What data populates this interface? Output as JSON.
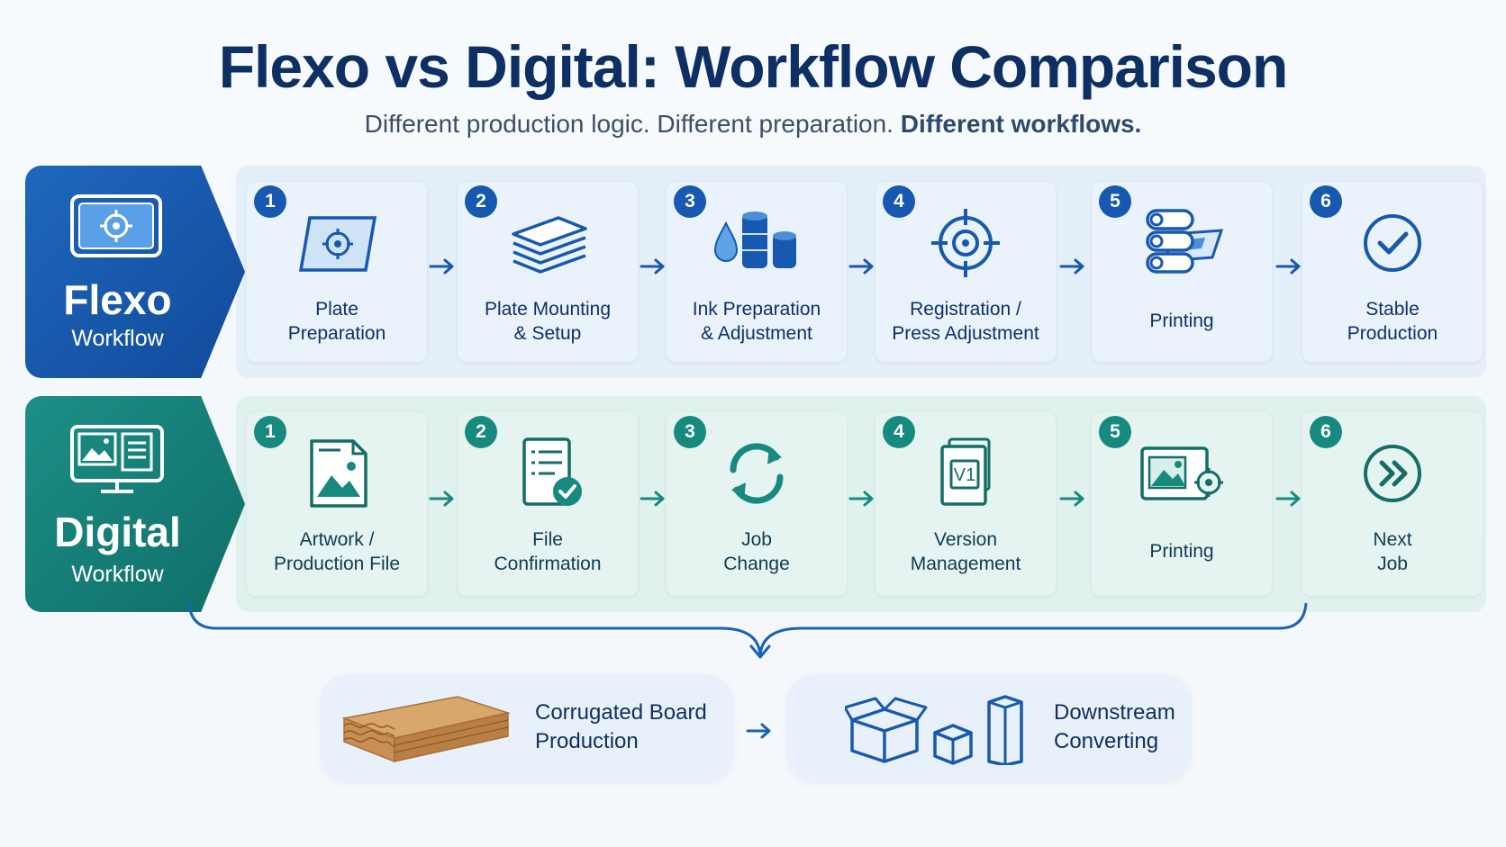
{
  "header": {
    "title": "Flexo vs Digital: Workflow Comparison",
    "subtitle_part1": "Different production logic. Different preparation.",
    "subtitle_part2": "Different workflows."
  },
  "flexo": {
    "name": "Flexo",
    "sub": "Workflow",
    "icon": "plate-target-icon",
    "color": "#1759b0",
    "steps": [
      {
        "num": "1",
        "line1": "Plate",
        "line2": "Preparation",
        "icon": "plate-icon"
      },
      {
        "num": "2",
        "line1": "Plate Mounting",
        "line2": "& Setup",
        "icon": "stacked-plates-icon"
      },
      {
        "num": "3",
        "line1": "Ink Preparation",
        "line2": "& Adjustment",
        "icon": "ink-drums-icon"
      },
      {
        "num": "4",
        "line1": "Registration /",
        "line2": "Press Adjustment",
        "icon": "registration-target-icon"
      },
      {
        "num": "5",
        "line1": "Printing",
        "line2": "",
        "icon": "press-rollers-icon"
      },
      {
        "num": "6",
        "line1": "Stable",
        "line2": "Production",
        "icon": "check-circle-icon"
      }
    ]
  },
  "digital": {
    "name": "Digital",
    "sub": "Workflow",
    "icon": "monitor-files-icon",
    "color": "#178a7f",
    "steps": [
      {
        "num": "1",
        "line1": "Artwork /",
        "line2": "Production File",
        "icon": "image-file-icon"
      },
      {
        "num": "2",
        "line1": "File",
        "line2": "Confirmation",
        "icon": "file-check-icon"
      },
      {
        "num": "3",
        "line1": "Job",
        "line2": "Change",
        "icon": "refresh-icon"
      },
      {
        "num": "4",
        "line1": "Version",
        "line2": "Management",
        "icon": "version-files-icon"
      },
      {
        "num": "5",
        "line1": "Printing",
        "line2": "",
        "icon": "digital-print-icon"
      },
      {
        "num": "6",
        "line1": "Next",
        "line2": "Job",
        "icon": "fast-forward-circle-icon"
      }
    ]
  },
  "outputs": [
    {
      "line1": "Corrugated Board",
      "line2": "Production",
      "icon": "corrugated-board-icon"
    },
    {
      "line1": "Downstream",
      "line2": "Converting",
      "icon": "boxes-icon"
    }
  ]
}
